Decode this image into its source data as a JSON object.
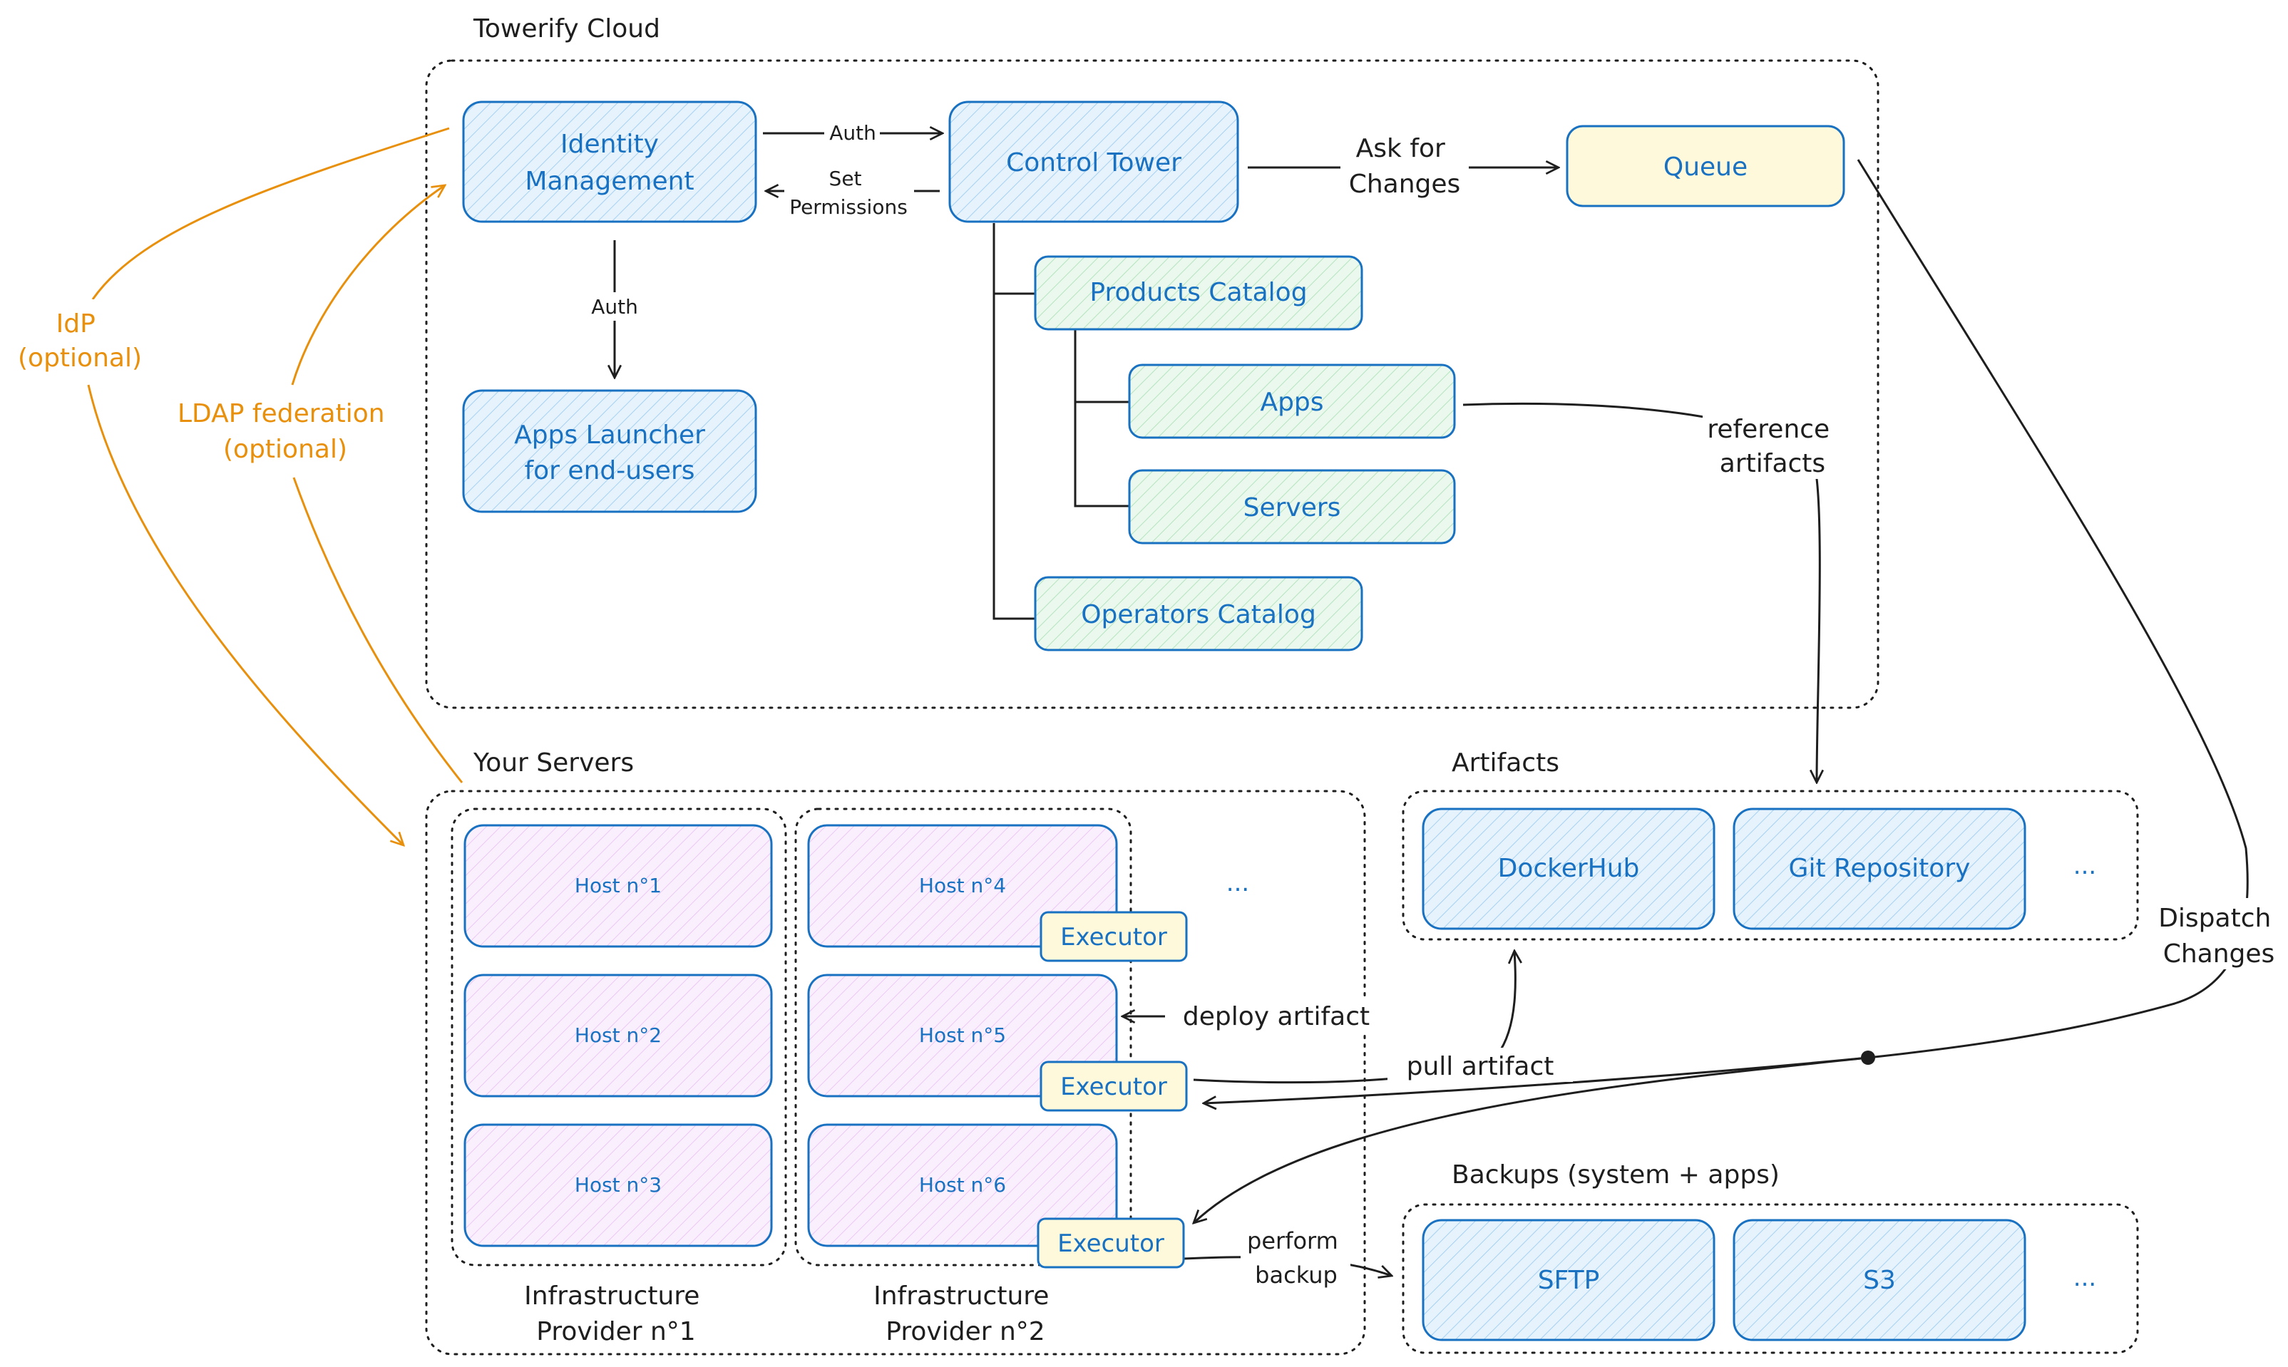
{
  "groups": {
    "cloud": "Towerify Cloud",
    "servers": "Your Servers",
    "artifacts": "Artifacts",
    "backups": "Backups (system + apps)"
  },
  "nodes": {
    "identity": [
      "Identity",
      "Management"
    ],
    "control": "Control Tower",
    "queue": "Queue",
    "launcher": [
      "Apps Launcher",
      "for end-users"
    ],
    "products": "Products Catalog",
    "apps": "Apps",
    "servers": "Servers",
    "operators": "Operators Catalog",
    "dockerhub": "DockerHub",
    "git": "Git Repository",
    "artifacts_more": "...",
    "sftp": "SFTP",
    "s3": "S3",
    "backups_more": "...",
    "servers_more": "...",
    "host1": "Host n°1",
    "host2": "Host n°2",
    "host3": "Host n°3",
    "host4": "Host n°4",
    "host5": "Host n°5",
    "host6": "Host n°6",
    "executor": "Executor"
  },
  "providers": {
    "p1": [
      "Infrastructure",
      "Provider n°1"
    ],
    "p2": [
      "Infrastructure",
      "Provider n°2"
    ]
  },
  "edges": {
    "auth_top": "Auth",
    "set_permissions": [
      "Set",
      "Permissions"
    ],
    "auth_down": "Auth",
    "ask_changes": [
      "Ask for",
      "Changes"
    ],
    "reference": [
      "reference",
      "artifacts"
    ],
    "dispatch": [
      "Dispatch",
      "Changes"
    ],
    "deploy": "deploy artifact",
    "pull": "pull artifact",
    "backup": [
      "perform",
      "backup"
    ],
    "idp": [
      "IdP",
      "(optional)"
    ],
    "ldap": [
      "LDAP federation",
      "(optional)"
    ]
  },
  "colors": {
    "blue_fill": "#dbeefb",
    "blue_stroke": "#1971c2",
    "green_fill": "#e3f5e6",
    "yellow_fill": "#fff9db",
    "purple_fill": "#f6e8fb",
    "orange": "#e8900c"
  }
}
